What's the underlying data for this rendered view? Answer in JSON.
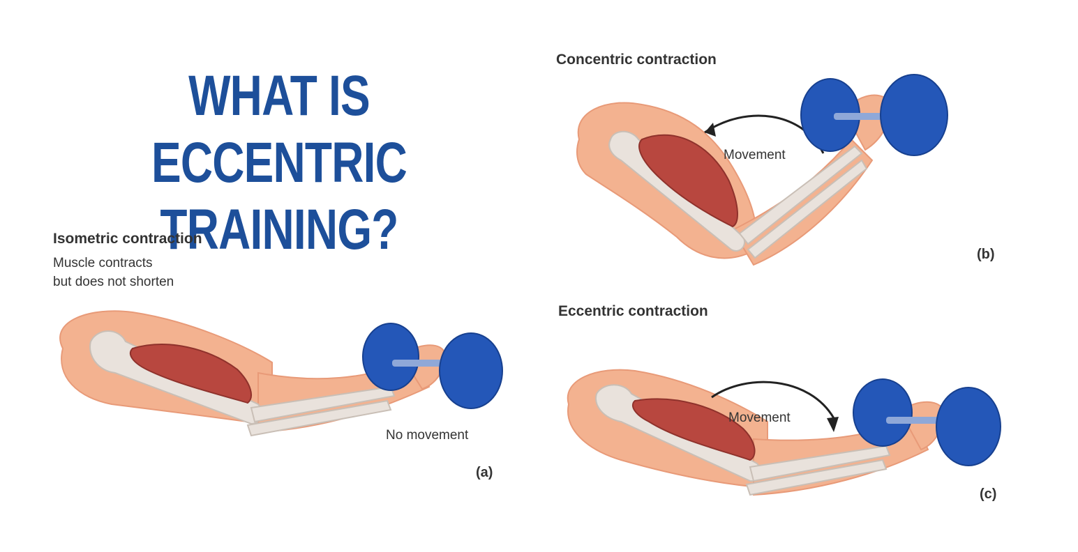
{
  "title": {
    "line1": "WHAT IS ECCENTRIC",
    "line2": "TRAINING?"
  },
  "panels": [
    {
      "id": "a",
      "heading": "Isometric contraction",
      "subtext": [
        "Muscle contracts",
        "but does not shorten"
      ],
      "movement_label": "No movement",
      "letter": "(a)"
    },
    {
      "id": "b",
      "heading": "Concentric contraction",
      "movement_label": "Movement",
      "letter": "(b)"
    },
    {
      "id": "c",
      "heading": "Eccentric contraction",
      "movement_label": "Movement",
      "letter": "(c)"
    }
  ],
  "colors": {
    "title": "#1d4f9a",
    "skin": "#f3b290",
    "skin_edge": "#e89a78",
    "bone": "#e9e2dc",
    "muscle": "#b8473f",
    "dumbbell": "#2457b8"
  }
}
